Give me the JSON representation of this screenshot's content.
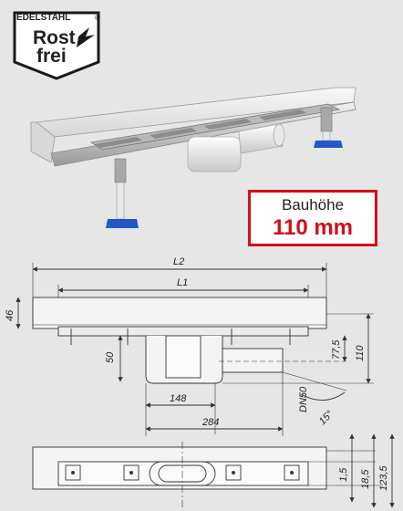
{
  "logo": {
    "top_text": "EDELSTAHL",
    "main_text_1": "Rost",
    "main_text_2": "frei",
    "mark": "®"
  },
  "badge": {
    "label": "Bauhöhe",
    "value": "110 mm"
  },
  "dimensions": {
    "l2": "L2",
    "l1": "L1",
    "h46": "46",
    "h50": "50",
    "h77": "77,5",
    "h110": "110",
    "w148": "148",
    "w284": "284",
    "dn": "DN50",
    "angle": "15°",
    "d15": "1,5",
    "d185": "18,5",
    "d1235": "123,5"
  },
  "colors": {
    "accent": "#d0101a",
    "foot": "#2456c8",
    "steel": "#c9c9c9"
  }
}
